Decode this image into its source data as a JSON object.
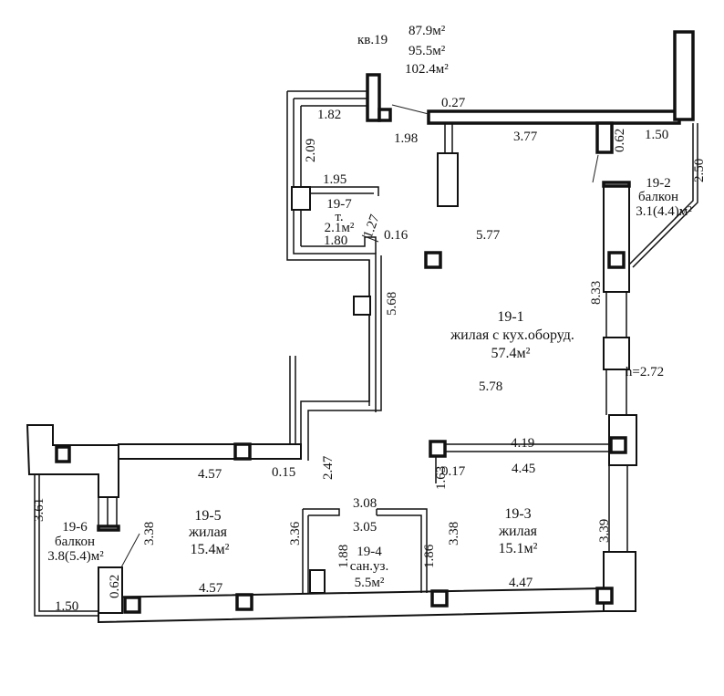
{
  "header": {
    "apartment": "кв.19",
    "area_living": "87.9м²",
    "area_total": "95.5м²",
    "area_with_balconies": "102.4м²"
  },
  "rooms": {
    "r1": {
      "id": "19-1",
      "type": "жилая с кух.оборуд.",
      "area": "57.4м²"
    },
    "r2": {
      "id": "19-2",
      "type": "балкон",
      "area": "3.1(4.4)м²"
    },
    "r3": {
      "id": "19-3",
      "type": "жилая",
      "area": "15.1м²"
    },
    "r4": {
      "id": "19-4",
      "type": "сан.уз.",
      "area": "5.5м²"
    },
    "r5": {
      "id": "19-5",
      "type": "жилая",
      "area": "15.4м²"
    },
    "r6": {
      "id": "19-6",
      "type": "балкон",
      "area": "3.8(5.4)м²"
    },
    "r7": {
      "id": "19-7",
      "type": "т.",
      "area": "2.1м²"
    }
  },
  "ceiling_height": "h=2.72",
  "dims": [
    "0.27",
    "1.82",
    "1.98",
    "3.77",
    "0.62",
    "1.50",
    "2.09",
    "2.50",
    "1.95",
    "1.27",
    "1.80",
    "0.16",
    "5.77",
    "5.68",
    "8.33",
    "5.78",
    "4.19",
    "4.57",
    "0.15",
    "2.47",
    "1.63",
    "0.17",
    "4.45",
    "3.61",
    "3.08",
    "3.36",
    "3.38",
    "3.05",
    "3.38",
    "3.39",
    "1.88",
    "1.86",
    "0.62",
    "4.57",
    "4.47",
    "1.50"
  ]
}
